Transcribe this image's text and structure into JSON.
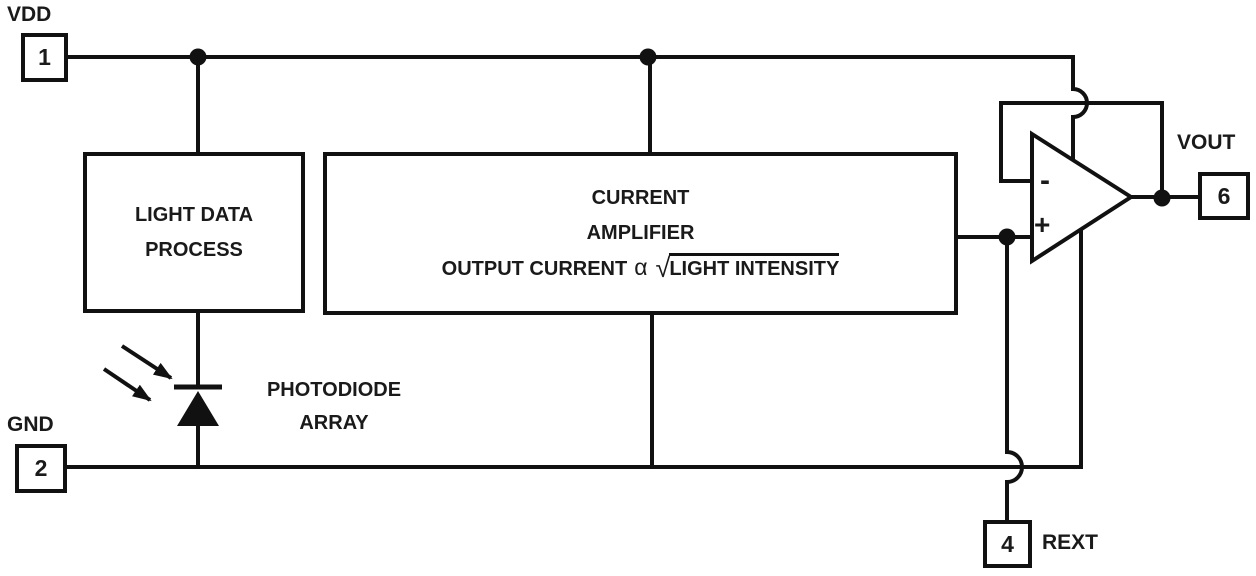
{
  "palette": {
    "line": "#111111",
    "text": "#1a1a1a",
    "background": "#ffffff"
  },
  "pins": [
    {
      "number": "1",
      "label": "VDD"
    },
    {
      "number": "2",
      "label": "GND"
    },
    {
      "number": "4",
      "label": "REXT"
    },
    {
      "number": "6",
      "label": "VOUT"
    }
  ],
  "blocks": {
    "light_data_process": {
      "line1": "LIGHT DATA",
      "line2": "PROCESS"
    },
    "current_amplifier": {
      "line1": "CURRENT",
      "line2": "AMPLIFIER",
      "formula_prefix": "OUTPUT CURRENT",
      "proportional_symbol": "α",
      "radical_symbol": "√",
      "formula_sqrt_text": "LIGHT INTENSITY"
    },
    "photodiode_array": {
      "line1": "PHOTODIODE",
      "line2": "ARRAY"
    }
  },
  "opamp": {
    "inverting_input_label": "-",
    "noninverting_input_label": "+"
  }
}
